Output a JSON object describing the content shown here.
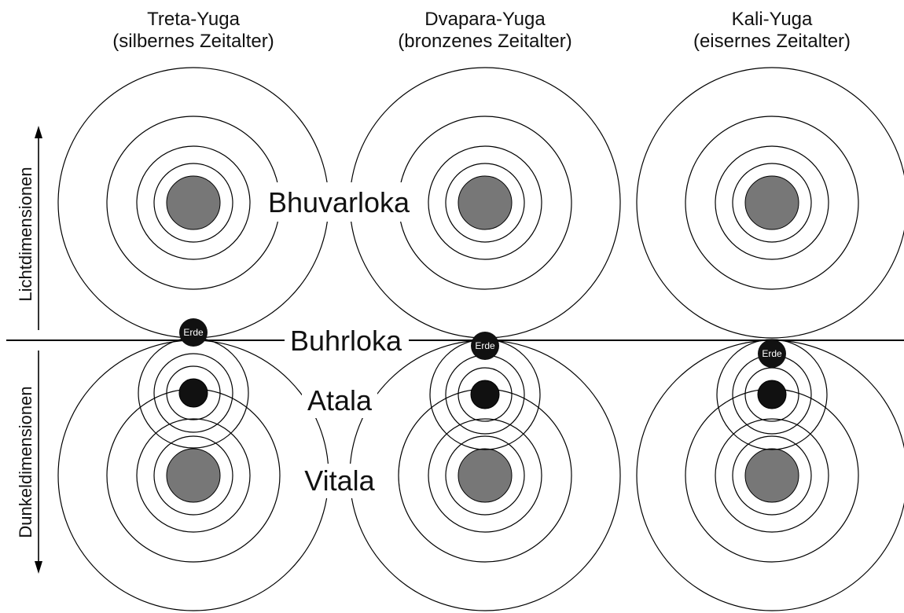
{
  "columns": [
    {
      "title": "Treta-Yuga",
      "subtitle": "(silbernes Zeitalter)"
    },
    {
      "title": "Dvapara-Yuga",
      "subtitle": "(bronzenes Zeitalter)"
    },
    {
      "title": "Kali-Yuga",
      "subtitle": "(eisernes Zeitalter)"
    }
  ],
  "levels": {
    "bhuvarloka": "Bhuvarloka",
    "buhrloka": "Buhrloka",
    "atala": "Atala",
    "vitala": "Vitala"
  },
  "axis": {
    "light": "Lichtdimensionen",
    "dark": "Dunkeldimensionen"
  },
  "earth_label": "Erde",
  "colors": {
    "core_gray": "#777777",
    "core_black": "#111111",
    "line": "#000000",
    "background": "#ffffff"
  }
}
